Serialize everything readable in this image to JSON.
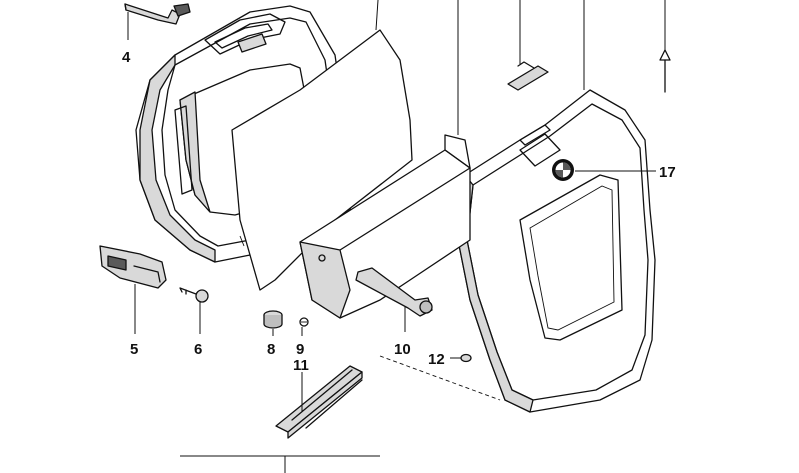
{
  "callouts": {
    "c4": "4",
    "c5": "5",
    "c6": "6",
    "c8": "8",
    "c9": "9",
    "c10": "10",
    "c11": "11",
    "c12": "12",
    "c17": "17"
  },
  "logo": {
    "colors": {
      "blue": "#5a5a5a",
      "white": "#ffffff",
      "ring": "#111111"
    }
  }
}
